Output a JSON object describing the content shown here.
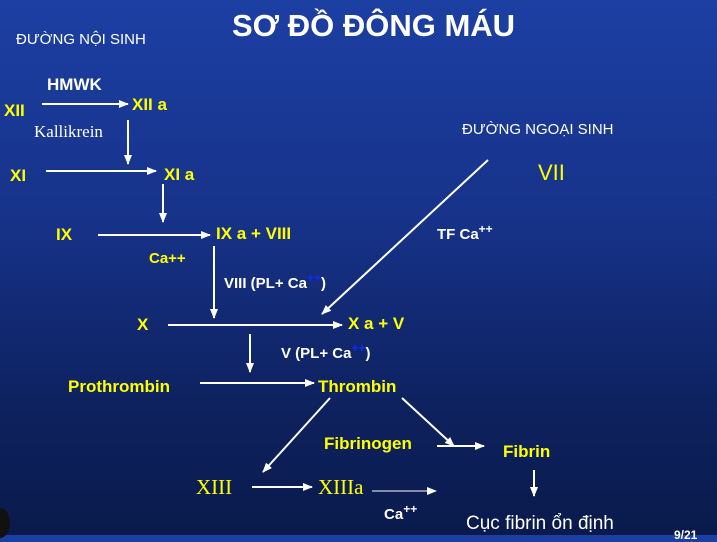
{
  "title": "SƠ ĐỒ ĐÔNG MÁU",
  "intrinsic_label": "ĐƯỜNG NỘI SINH",
  "extrinsic_label": "ĐƯỜNG NGOẠI SINH",
  "factors": {
    "xii": "XII",
    "hmwk": "HMWK",
    "xiia": "XII a",
    "kallikrein": "Kallikrein",
    "xi": "XI",
    "xia": "XI a",
    "ix": "IX",
    "ixa_viii": "IX a + VIII",
    "ca_plus": "Ca++",
    "viii_pl_base": "VIII (PL+ Ca",
    "viii_pl_sup": "++",
    "viii_pl_close": ")",
    "tf_ca_base": "TF Ca",
    "tf_ca_sup": "++",
    "vii": "VII",
    "x": "X",
    "xa_v": "X a + V",
    "v_pl_base": "V (PL+ Ca",
    "v_pl_sup": "++",
    "v_pl_close": ")",
    "prothrombin": "Prothrombin",
    "thrombin": "Thrombin",
    "fibrinogen": "Fibrinogen",
    "fibrin": "Fibrin",
    "xiii": "XIII",
    "xiiia": "XIIIa",
    "ca2_base": "Ca",
    "ca2_sup": "++",
    "clot": "Cục fibrin ổn định",
    "page": "9/21"
  },
  "colors": {
    "title": "#ffffff",
    "factor": "#ffff00",
    "arrow": "#ffffff",
    "superscript": "#0a2cff"
  }
}
